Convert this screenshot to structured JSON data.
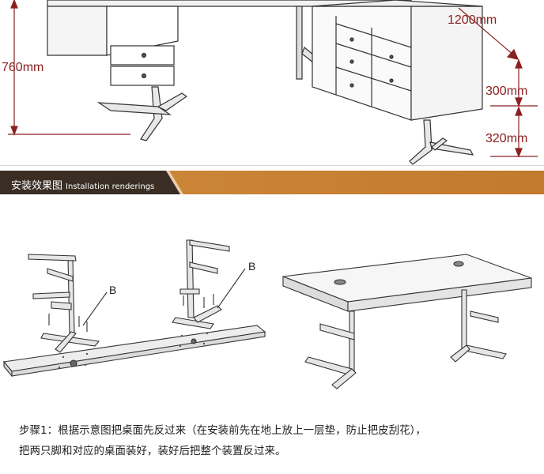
{
  "dimensions": {
    "width_label": "1200mm",
    "height_label": "760mm",
    "upper_leg_label": "300mm",
    "lower_leg_label": "320mm"
  },
  "banner": {
    "title_cn": "安装效果图",
    "title_en": "Installation renderings",
    "colors": {
      "left": "#3a2e24",
      "right": "#c8843a"
    }
  },
  "labels": {
    "part_b_left": "B",
    "part_b_right": "B"
  },
  "instructions": {
    "line1": "步骤1：根据示意图把桌面先反过来（在安装前先在地上放上一层垫，防止把皮刮花），",
    "line2": "把两只脚和对应的桌面装好，装好后把整个装置反过来。"
  },
  "colors": {
    "accent": "#8a2020",
    "line": "#333333"
  }
}
